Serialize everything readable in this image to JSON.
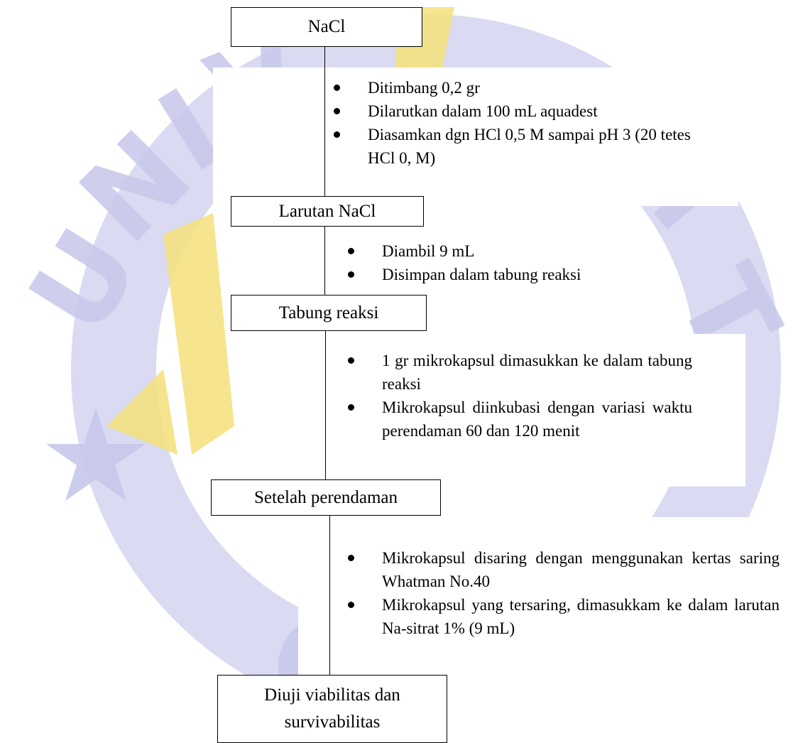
{
  "flow": {
    "nodes": [
      {
        "label": "NaCl"
      },
      {
        "label": "Larutan NaCl"
      },
      {
        "label": "Tabung reaksi"
      },
      {
        "label": "Setelah perendaman"
      },
      {
        "label_lines": [
          "Diuji viabilitas dan",
          "survivabilitas"
        ]
      }
    ],
    "steps": [
      [
        "Ditimbang 0,2 gr",
        "Dilarutkan dalam 100 mL aquadest",
        "Diasamkan dgn HCl 0,5 M sampai pH 3 (20 tetes HCl 0, M)"
      ],
      [
        "Diambil 9 mL",
        "Disimpan dalam tabung reaksi"
      ],
      [
        "1 gr mikrokapsul dimasukkan ke dalam tabung reaksi",
        "Mikrokapsul diinkubasi dengan variasi waktu perendaman 60 dan 120 menit"
      ],
      [
        "Mikrokapsul disaring dengan menggunakan kertas saring Whatman No.40",
        "Mikrokapsul yang tersaring, dimasukkam ke dalam larutan Na-sitrat 1% (9 mL)"
      ]
    ]
  },
  "watermark": {
    "colors": {
      "blue": "#c9c9ec",
      "yellow": "#f5e17a"
    }
  }
}
